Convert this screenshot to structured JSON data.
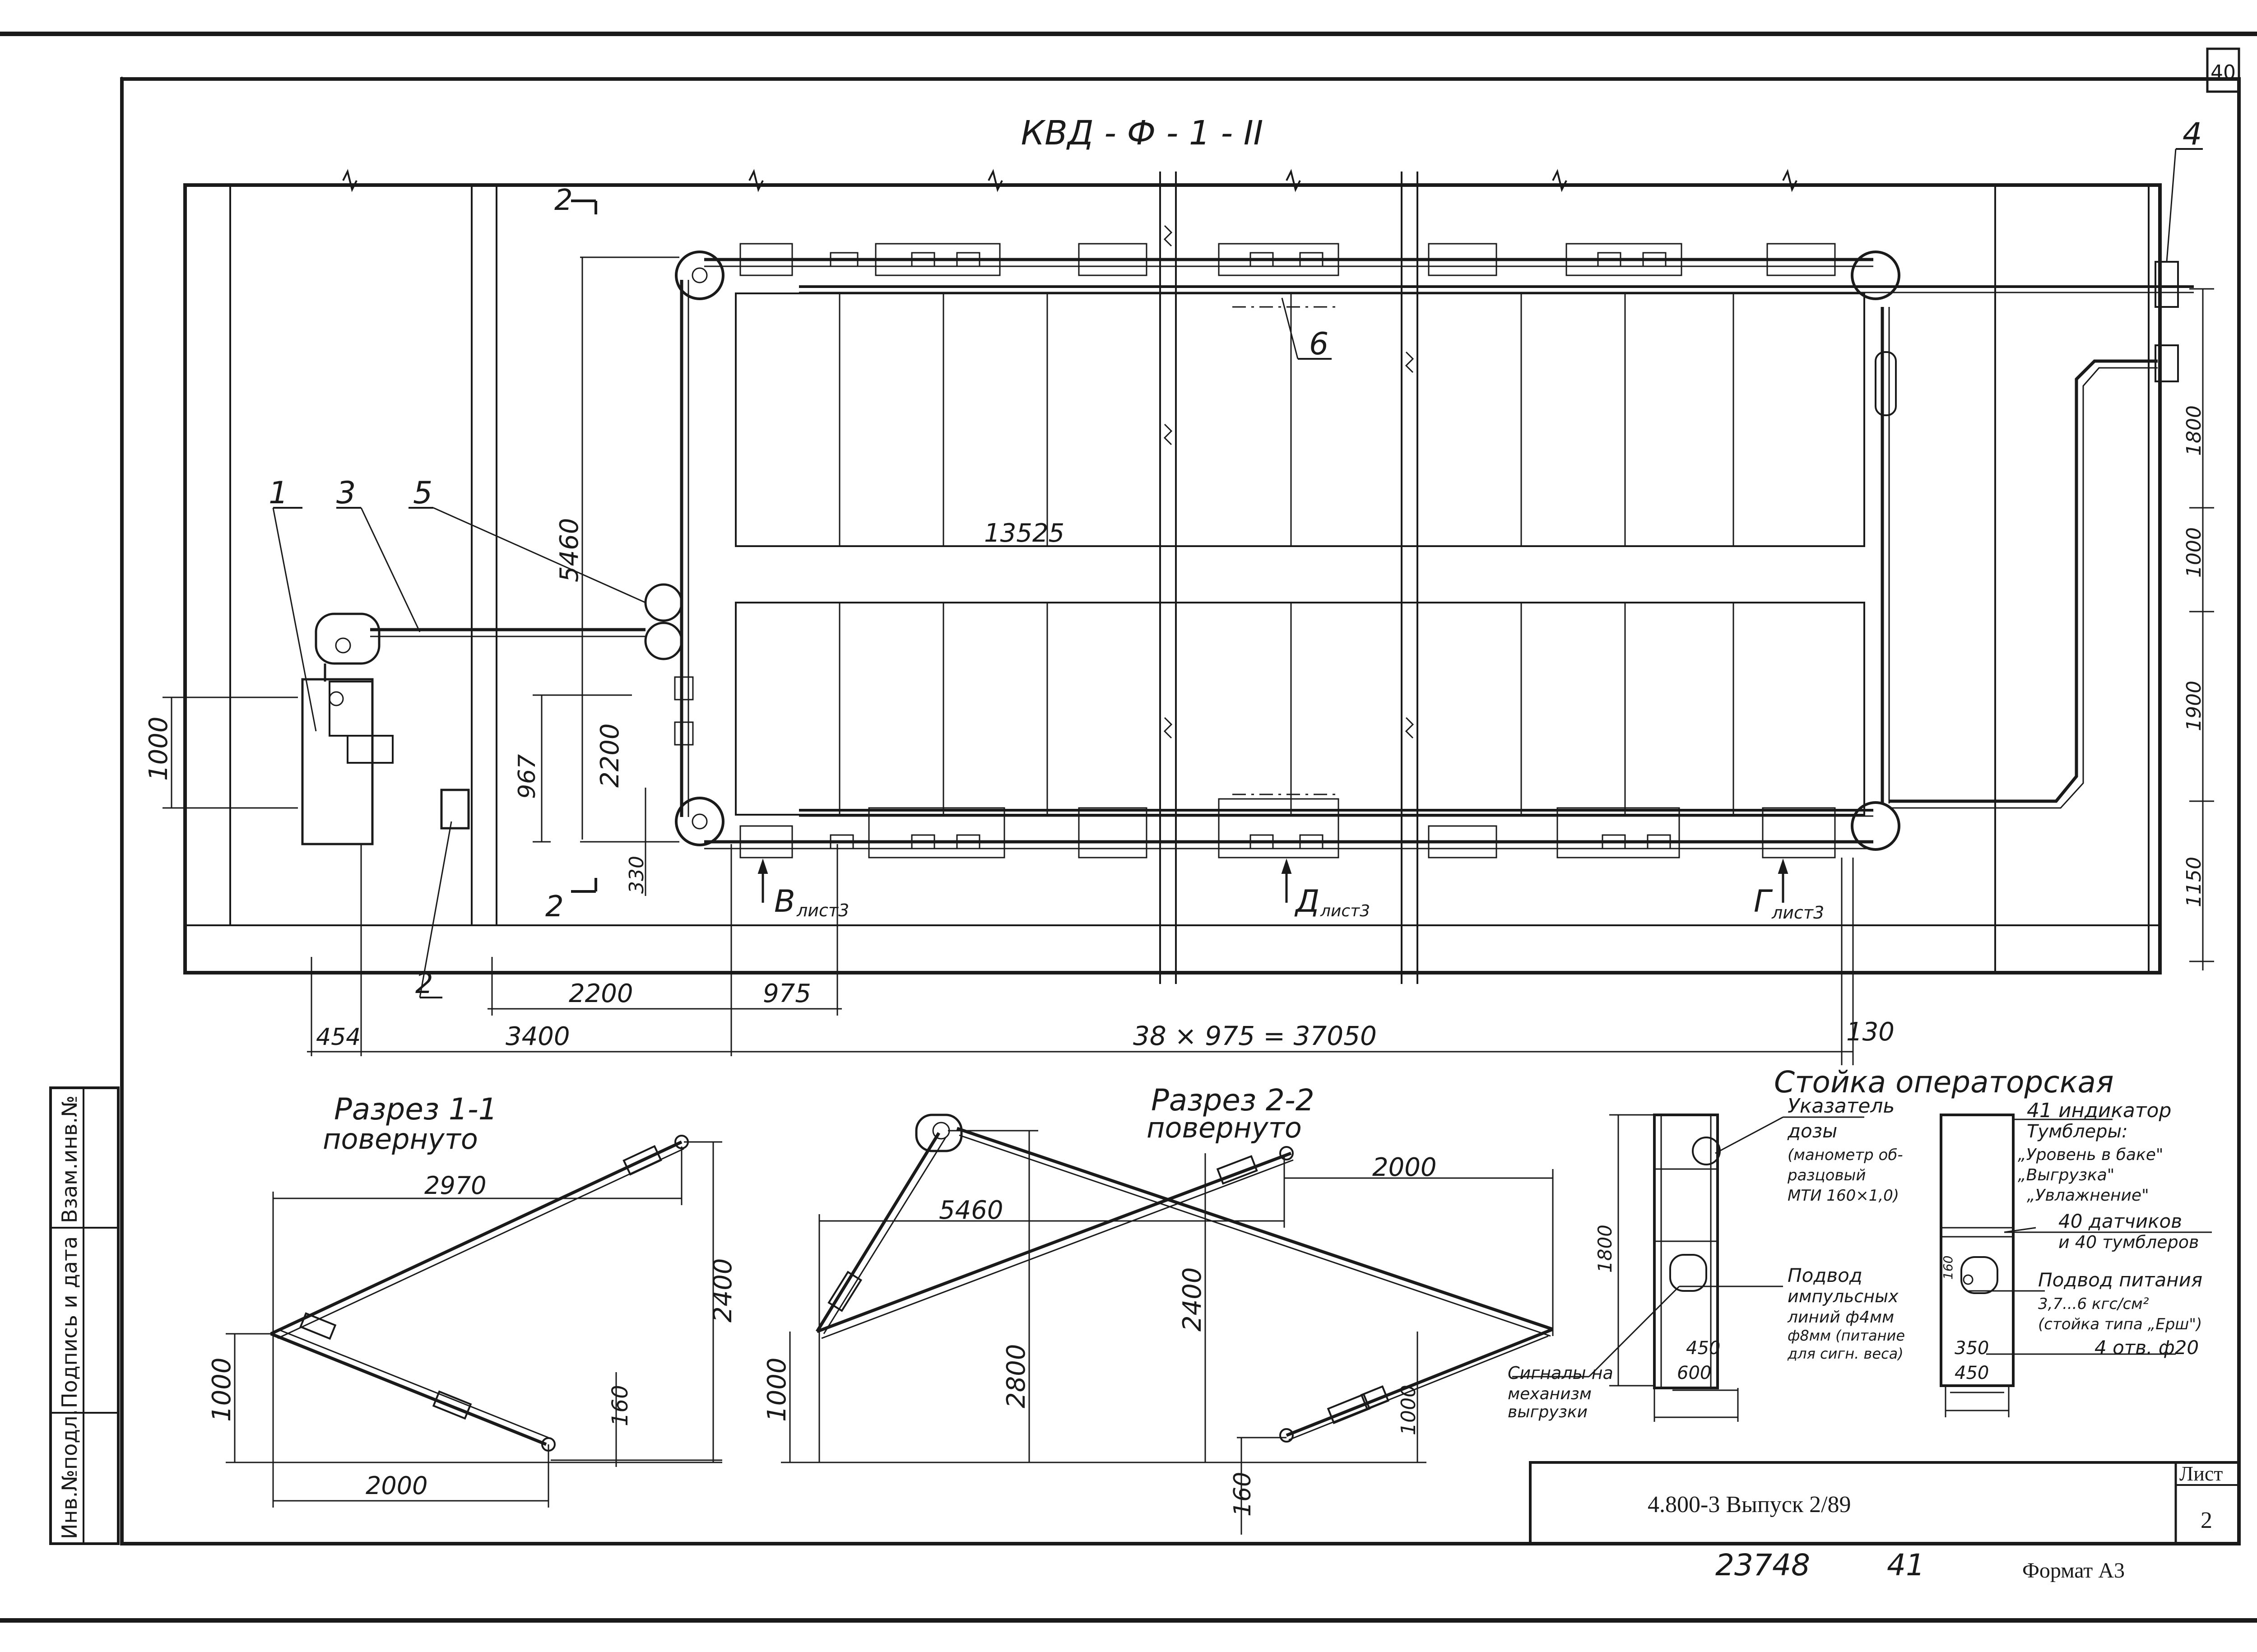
{
  "sheet": {
    "corner_number": "40",
    "title": "КВД - Ф - 1 - II",
    "doc_code": "4.800-3  Выпуск 2/89",
    "list_label": "Лист",
    "list_number": "2",
    "inventory_number": "23748",
    "handwritten_number": "41",
    "format": "Формат А3"
  },
  "side_stamp": {
    "col1": "Инв.№подл.",
    "col2": "Подпись и дата",
    "col3": "Взам.инв.№"
  },
  "plan": {
    "callouts": [
      "1",
      "3",
      "5",
      "2",
      "4",
      "6"
    ],
    "dims_vertical": [
      "5460",
      "2200",
      "967",
      "1000",
      "330",
      "1800",
      "1000",
      "1900",
      "1150"
    ],
    "dims_horizontal": [
      "13525",
      "2200",
      "975",
      "454",
      "3400",
      "38 × 975 = 37050",
      "130"
    ],
    "section_marks": {
      "top": "2",
      "bottom": "2"
    },
    "views": {
      "v": "В",
      "v_sheet": "лист3",
      "d": "Д",
      "d_sheet": "лист3",
      "g": "Г",
      "g_sheet": "лист3"
    }
  },
  "section_1_1": {
    "title": "Разрез 1-1",
    "subtitle": "повернуто",
    "dims": [
      "2970",
      "2400",
      "1000",
      "160",
      "2000"
    ]
  },
  "section_2_2": {
    "title": "Разрез 2-2",
    "subtitle": "повернуто",
    "dims": [
      "5460",
      "2000",
      "2400",
      "2800",
      "1000",
      "1000",
      "160"
    ]
  },
  "stand": {
    "title": "Стойка операторская",
    "left_notes": [
      "Указатель",
      "дозы",
      "(манометр об-",
      "разцовый",
      "МТИ 160×1,0)",
      "Подвод",
      "импульсных",
      "линий ф4мм",
      "ф8мм (питание",
      "для сигн. веса)",
      "Сигналы на",
      "механизм",
      "выгрузки"
    ],
    "right_notes": [
      "41 индикатор",
      "Тумблеры:",
      "„Уровень в баке\"",
      "„Выгрузка\"",
      "„Увлажнение\"",
      "40 датчиков",
      "и 40 тумблеров",
      "Подвод питания",
      "3,7...6 кгс/см²",
      "(стойка типа „Ерш\")",
      "4 отв. ф20"
    ],
    "dims": [
      "1800",
      "450",
      "600",
      "350",
      "450",
      "160"
    ]
  }
}
